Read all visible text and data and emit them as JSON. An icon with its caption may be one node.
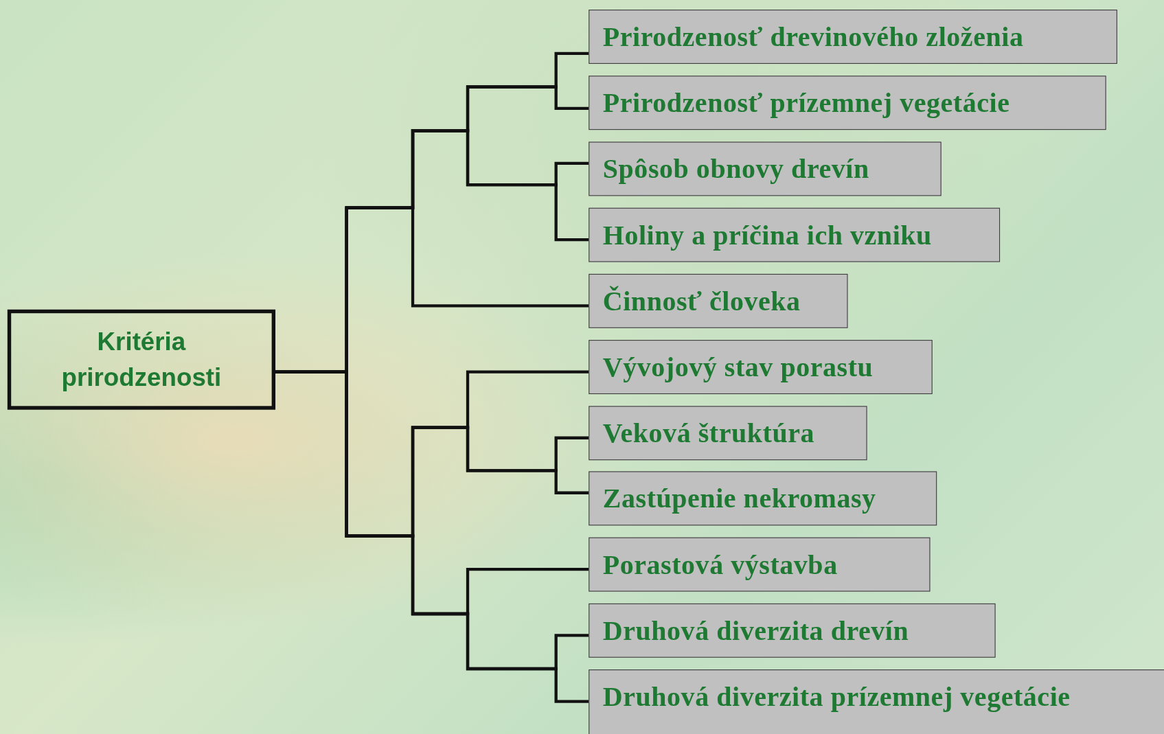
{
  "diagram": {
    "nodes": [
      {
        "text": [
          "Kritéria prirodzenosti"
        ]
      },
      {
        "text": [
          "Prirodzenosť drevinového zloženia"
        ]
      },
      {
        "text": [
          "Prirodzenosť prízemnej vegetácie"
        ]
      },
      {
        "text": [
          "Spôsob obnovy drevín"
        ]
      },
      {
        "text": [
          "Holiny a príčina ich vzniku"
        ]
      },
      {
        "text": [
          "Činnosť človeka"
        ]
      },
      {
        "text": [
          "Vývojový stav porastu"
        ]
      },
      {
        "text": [
          "Veková štruktúra"
        ]
      },
      {
        "text": [
          "Zastúpenie nekromasy"
        ]
      },
      {
        "text": [
          "Porastová výstavba"
        ]
      },
      {
        "text": [
          "Druhová diverzita drevín"
        ]
      },
      {
        "text": [
          "Druhová diverzita prízemnej vegetácie"
        ]
      }
    ],
    "edges": [
      {
        "from": 0,
        "to": 1,
        "arrow": "none"
      },
      {
        "from": 0,
        "to": 2,
        "arrow": "none"
      },
      {
        "from": 0,
        "to": 3,
        "arrow": "none"
      },
      {
        "from": 0,
        "to": 4,
        "arrow": "none"
      },
      {
        "from": 0,
        "to": 5,
        "arrow": "none"
      },
      {
        "from": 0,
        "to": 6,
        "arrow": "none"
      },
      {
        "from": 0,
        "to": 7,
        "arrow": "none"
      },
      {
        "from": 0,
        "to": 8,
        "arrow": "none"
      },
      {
        "from": 0,
        "to": 9,
        "arrow": "none"
      },
      {
        "from": 0,
        "to": 10,
        "arrow": "none"
      },
      {
        "from": 0,
        "to": 11,
        "arrow": "none"
      }
    ]
  }
}
